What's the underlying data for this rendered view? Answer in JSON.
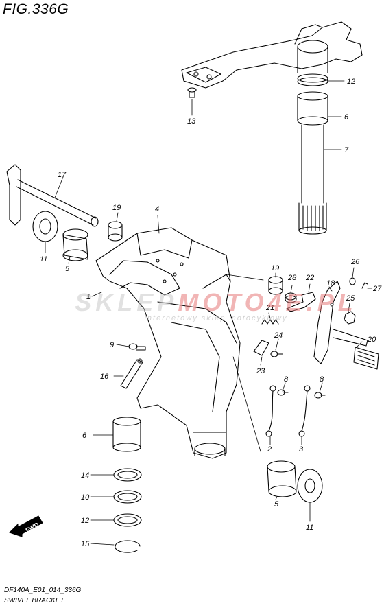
{
  "figure": {
    "title": "FIG.336G",
    "model_code": "DF140A_E01_014_336G",
    "caption": "SWIVEL BRACKET"
  },
  "watermark": {
    "brand_left": "SKLEP",
    "brand_right": "MOTO4E.PL",
    "tagline": "internetowy sklep motocyklowy"
  },
  "fwd_label": "FWD",
  "callouts": [
    "12",
    "6",
    "7",
    "13",
    "17",
    "19",
    "4",
    "11",
    "5",
    "1",
    "26",
    "27",
    "18",
    "25",
    "19",
    "28",
    "22",
    "21",
    "20",
    "9",
    "24",
    "23",
    "16",
    "8",
    "8",
    "6",
    "2",
    "3",
    "14",
    "10",
    "5",
    "11",
    "12",
    "15"
  ]
}
